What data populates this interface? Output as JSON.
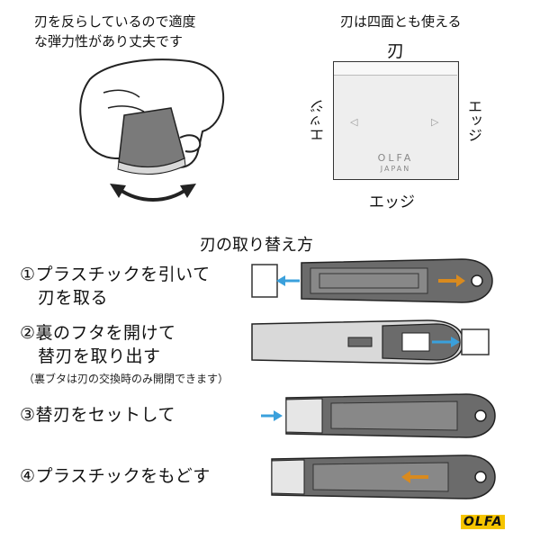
{
  "top_left": {
    "caption_line1": "刃を反らしているので適度",
    "caption_line2": "な弾力性があり丈夫です"
  },
  "top_right": {
    "caption": "刃は四面とも使える",
    "label_top": "刃",
    "label_left": "エッジ",
    "label_right": "エッジ",
    "label_bottom": "エッジ",
    "blade_brand": "OLFA",
    "blade_country": "JAPAN"
  },
  "replace": {
    "title": "刃の取り替え方",
    "steps": [
      {
        "line1": "①プラスチックを引いて",
        "line2": "刃を取る"
      },
      {
        "line1": "②裏のフタを開けて",
        "line2": "替刃を取り出す",
        "note": "（裏ブタは刃の交換時のみ開閉できます）"
      },
      {
        "line1": "③替刃をセットして"
      },
      {
        "line1": "④プラスチックをもどす"
      }
    ]
  },
  "logo": {
    "text": "OLFA",
    "color": "#f5c400"
  },
  "colors": {
    "arrow_blue": "#3aa0dc",
    "arrow_orange": "#d98a1e",
    "body_gray": "#6b6b6b"
  }
}
